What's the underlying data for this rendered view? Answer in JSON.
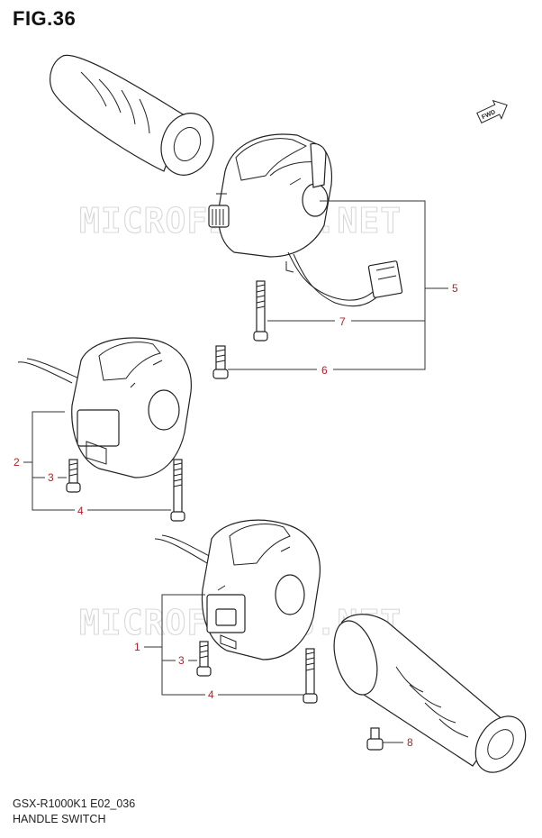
{
  "figure": {
    "title": "FIG.36",
    "model_code": "GSX-R1000K1 E02_036",
    "section_name": "HANDLE SWITCH"
  },
  "watermark": "MICROFICHES.NET",
  "direction_marker": "FWD",
  "callouts": {
    "c1": "1",
    "c2": "2",
    "c3a": "3",
    "c3b": "3",
    "c4a": "4",
    "c4b": "4",
    "c5": "5",
    "c6": "6",
    "c7": "7",
    "c8": "8"
  },
  "colors": {
    "callout_number": "#b0222a",
    "line_art": "#222222",
    "watermark": "#d8d8d8"
  }
}
